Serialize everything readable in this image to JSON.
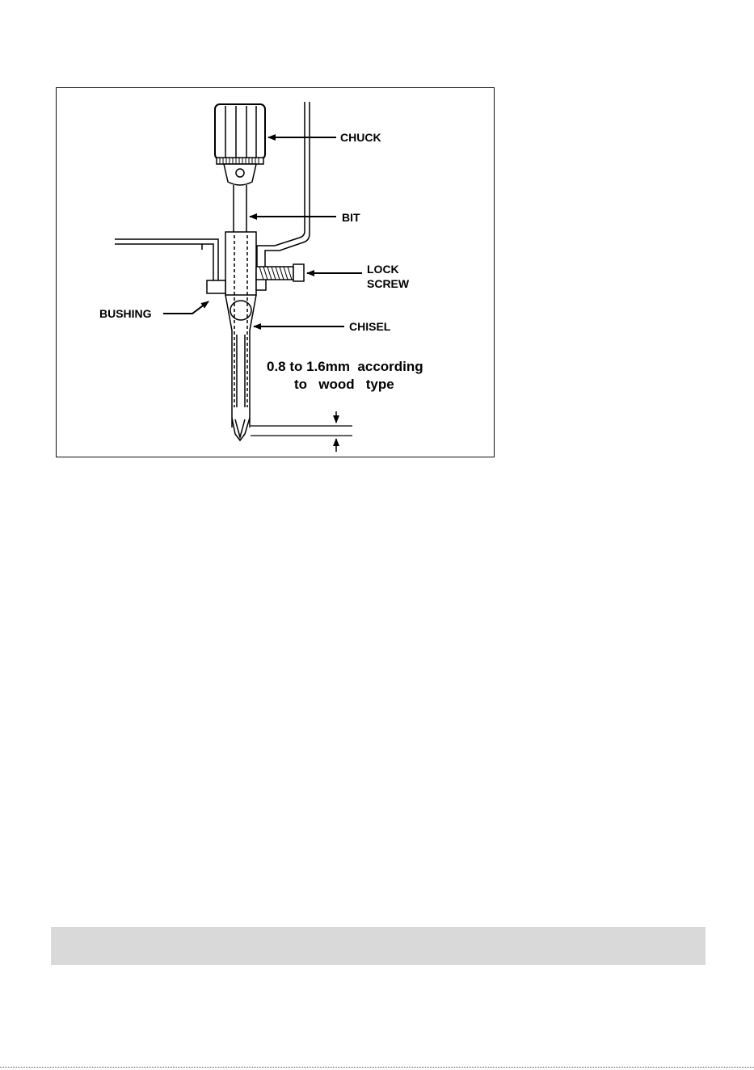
{
  "diagram": {
    "labels": {
      "chuck": "CHUCK",
      "bit": "BIT",
      "lock_screw_line1": "LOCK",
      "lock_screw_line2": "SCREW",
      "bushing": "BUSHING",
      "chisel": "CHISEL",
      "clearance_line1": "0.8 to 1.6mm  according",
      "clearance_line2": "to   wood   type"
    },
    "colors": {
      "ink": "#000000",
      "footer_band": "#d9d9d9"
    }
  }
}
